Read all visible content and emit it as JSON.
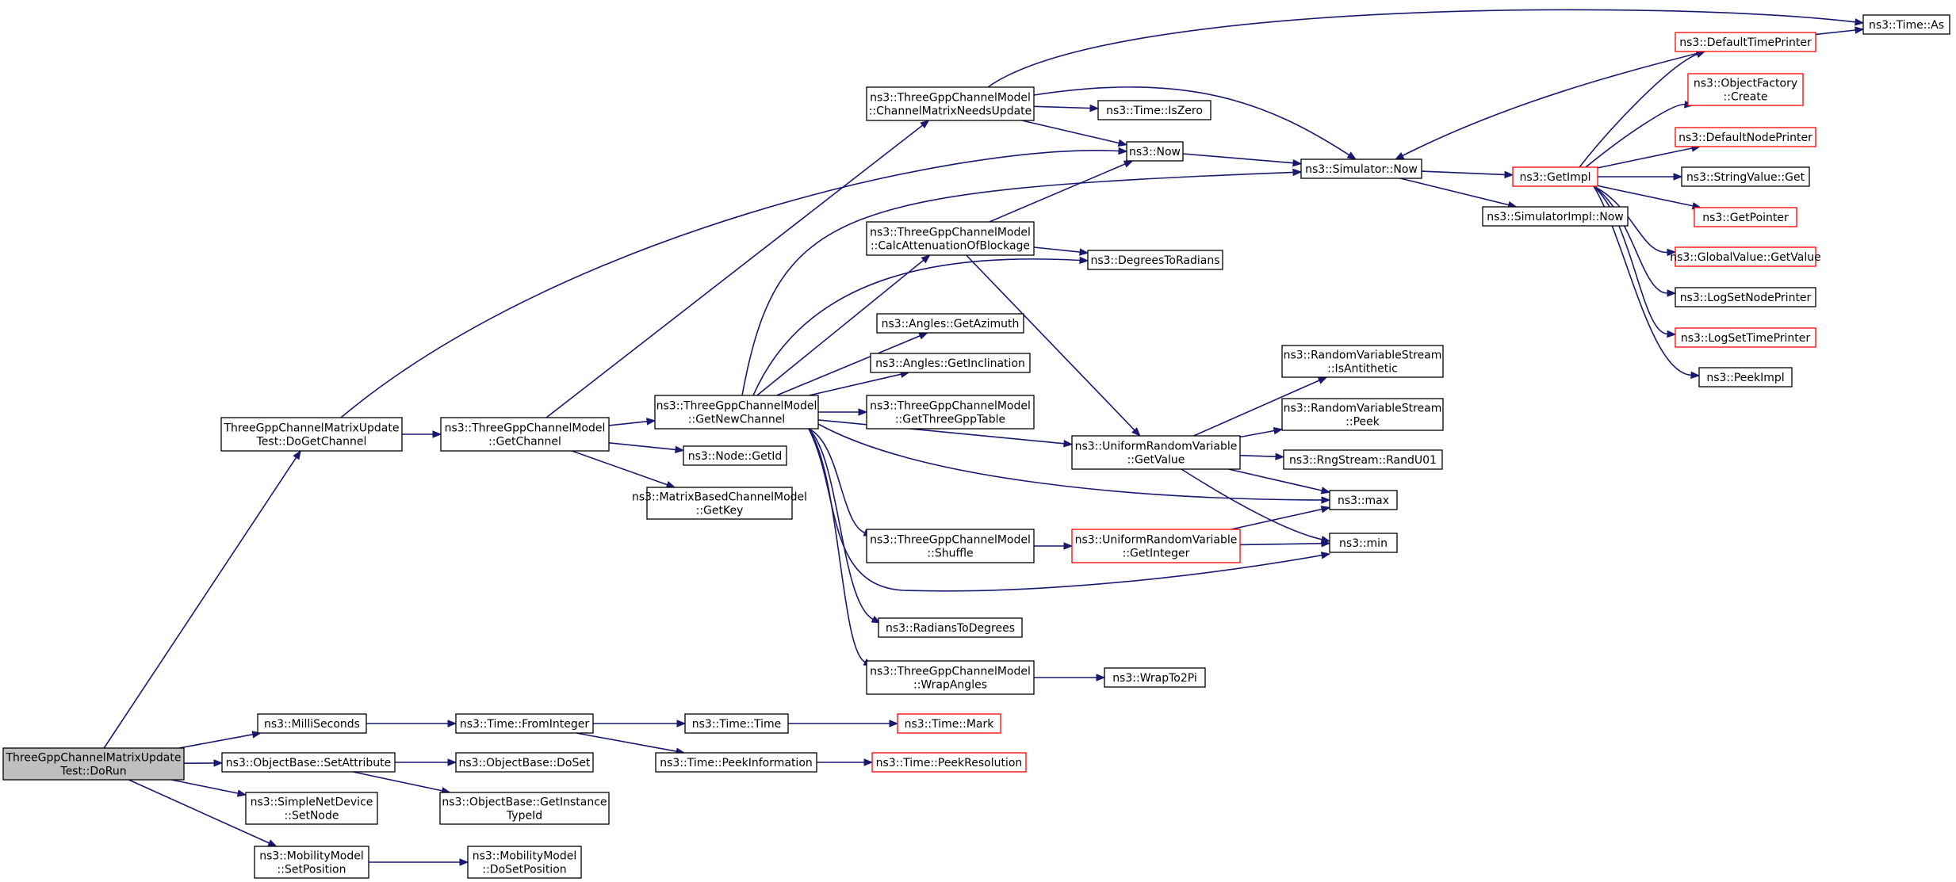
{
  "colors": {
    "edge": "#191970",
    "node_border_default": "#000000",
    "node_border_truncated": "#ff0000",
    "root_fill": "#bfbfbf",
    "node_fill": "#ffffff"
  },
  "nodes": [
    {
      "id": "dorun",
      "label": [
        "ThreeGppChannelMatrixUpdate",
        "Test::DoRun"
      ],
      "style": "root"
    },
    {
      "id": "dogetchannel",
      "label": [
        "ThreeGppChannelMatrixUpdate",
        "Test::DoGetChannel"
      ],
      "style": "normal"
    },
    {
      "id": "millis",
      "label": [
        "ns3::MilliSeconds"
      ],
      "style": "normal"
    },
    {
      "id": "setattr",
      "label": [
        "ns3::ObjectBase::SetAttribute"
      ],
      "style": "normal"
    },
    {
      "id": "setnode",
      "label": [
        "ns3::SimpleNetDevice",
        "::SetNode"
      ],
      "style": "normal"
    },
    {
      "id": "setpos",
      "label": [
        "ns3::MobilityModel",
        "::SetPosition"
      ],
      "style": "normal"
    },
    {
      "id": "getchannel",
      "label": [
        "ns3::ThreeGppChannelModel",
        "::GetChannel"
      ],
      "style": "normal"
    },
    {
      "id": "fromint",
      "label": [
        "ns3::Time::FromInteger"
      ],
      "style": "normal"
    },
    {
      "id": "doset",
      "label": [
        "ns3::ObjectBase::DoSet"
      ],
      "style": "normal"
    },
    {
      "id": "getinst",
      "label": [
        "ns3::ObjectBase::GetInstance",
        "TypeId"
      ],
      "style": "normal"
    },
    {
      "id": "dosetpos",
      "label": [
        "ns3::MobilityModel",
        "::DoSetPosition"
      ],
      "style": "normal"
    },
    {
      "id": "getnewch",
      "label": [
        "ns3::ThreeGppChannelModel",
        "::GetNewChannel"
      ],
      "style": "normal"
    },
    {
      "id": "getid",
      "label": [
        "ns3::Node::GetId"
      ],
      "style": "normal"
    },
    {
      "id": "getkey",
      "label": [
        "ns3::MatrixBasedChannelModel",
        "::GetKey"
      ],
      "style": "normal"
    },
    {
      "id": "chmatrix",
      "label": [
        "ns3::ThreeGppChannelModel",
        "::ChannelMatrixNeedsUpdate"
      ],
      "style": "normal"
    },
    {
      "id": "calcatt",
      "label": [
        "ns3::ThreeGppChannelModel",
        "::CalcAttenuationOfBlockage"
      ],
      "style": "normal"
    },
    {
      "id": "getaz",
      "label": [
        "ns3::Angles::GetAzimuth"
      ],
      "style": "normal"
    },
    {
      "id": "getinc",
      "label": [
        "ns3::Angles::GetInclination"
      ],
      "style": "normal"
    },
    {
      "id": "gettbl",
      "label": [
        "ns3::ThreeGppChannelModel",
        "::GetThreeGppTable"
      ],
      "style": "normal"
    },
    {
      "id": "shuffle",
      "label": [
        "ns3::ThreeGppChannelModel",
        "::Shuffle"
      ],
      "style": "normal"
    },
    {
      "id": "rad2deg",
      "label": [
        "ns3::RadiansToDegrees"
      ],
      "style": "normal"
    },
    {
      "id": "wrapang",
      "label": [
        "ns3::ThreeGppChannelModel",
        "::WrapAngles"
      ],
      "style": "normal"
    },
    {
      "id": "timetime",
      "label": [
        "ns3::Time::Time"
      ],
      "style": "normal"
    },
    {
      "id": "peekinfo",
      "label": [
        "ns3::Time::PeekInformation"
      ],
      "style": "normal"
    },
    {
      "id": "timezero",
      "label": [
        "ns3::Time::IsZero"
      ],
      "style": "normal"
    },
    {
      "id": "now",
      "label": [
        "ns3::Now"
      ],
      "style": "normal"
    },
    {
      "id": "deg2rad",
      "label": [
        "ns3::DegreesToRadians"
      ],
      "style": "normal"
    },
    {
      "id": "urvgetval",
      "label": [
        "ns3::UniformRandomVariable",
        "::GetValue"
      ],
      "style": "normal"
    },
    {
      "id": "urvgetint",
      "label": [
        "ns3::UniformRandomVariable",
        "::GetInteger"
      ],
      "style": "truncated"
    },
    {
      "id": "wrap2pi",
      "label": [
        "ns3::WrapTo2Pi"
      ],
      "style": "normal"
    },
    {
      "id": "timemark",
      "label": [
        "ns3::Time::Mark"
      ],
      "style": "truncated"
    },
    {
      "id": "peekres",
      "label": [
        "ns3::Time::PeekResolution"
      ],
      "style": "truncated"
    },
    {
      "id": "simnow",
      "label": [
        "ns3::Simulator::Now"
      ],
      "style": "normal"
    },
    {
      "id": "isanti",
      "label": [
        "ns3::RandomVariableStream",
        "::IsAntithetic"
      ],
      "style": "normal"
    },
    {
      "id": "rvspeek",
      "label": [
        "ns3::RandomVariableStream",
        "::Peek"
      ],
      "style": "normal"
    },
    {
      "id": "randu01",
      "label": [
        "ns3::RngStream::RandU01"
      ],
      "style": "normal"
    },
    {
      "id": "max",
      "label": [
        "ns3::max"
      ],
      "style": "normal"
    },
    {
      "id": "min",
      "label": [
        "ns3::min"
      ],
      "style": "normal"
    },
    {
      "id": "getimpl",
      "label": [
        "ns3::GetImpl"
      ],
      "style": "truncated"
    },
    {
      "id": "simimplnow",
      "label": [
        "ns3::SimulatorImpl::Now"
      ],
      "style": "normal"
    },
    {
      "id": "deftime",
      "label": [
        "ns3::DefaultTimePrinter"
      ],
      "style": "truncated"
    },
    {
      "id": "objfact",
      "label": [
        "ns3::ObjectFactory",
        "::Create"
      ],
      "style": "truncated"
    },
    {
      "id": "defnode",
      "label": [
        "ns3::DefaultNodePrinter"
      ],
      "style": "truncated"
    },
    {
      "id": "strget",
      "label": [
        "ns3::StringValue::Get"
      ],
      "style": "normal"
    },
    {
      "id": "getptr",
      "label": [
        "ns3::GetPointer"
      ],
      "style": "truncated"
    },
    {
      "id": "gvget",
      "label": [
        "ns3::GlobalValue::GetValue"
      ],
      "style": "truncated"
    },
    {
      "id": "lognode",
      "label": [
        "ns3::LogSetNodePrinter"
      ],
      "style": "normal"
    },
    {
      "id": "logtime",
      "label": [
        "ns3::LogSetTimePrinter"
      ],
      "style": "truncated"
    },
    {
      "id": "peekimpl",
      "label": [
        "ns3::PeekImpl"
      ],
      "style": "normal"
    },
    {
      "id": "timeas",
      "label": [
        "ns3::Time::As"
      ],
      "style": "normal"
    }
  ],
  "edges": [
    [
      "dorun",
      "dogetchannel"
    ],
    [
      "dorun",
      "millis"
    ],
    [
      "dorun",
      "setattr"
    ],
    [
      "dorun",
      "setnode"
    ],
    [
      "dorun",
      "setpos"
    ],
    [
      "dogetchannel",
      "getchannel"
    ],
    [
      "dogetchannel",
      "now"
    ],
    [
      "millis",
      "fromint"
    ],
    [
      "setattr",
      "doset"
    ],
    [
      "setattr",
      "getinst"
    ],
    [
      "setpos",
      "dosetpos"
    ],
    [
      "getchannel",
      "getnewch"
    ],
    [
      "getchannel",
      "getid"
    ],
    [
      "getchannel",
      "getkey"
    ],
    [
      "getchannel",
      "chmatrix"
    ],
    [
      "fromint",
      "timetime"
    ],
    [
      "fromint",
      "peekinfo"
    ],
    [
      "timetime",
      "timemark"
    ],
    [
      "peekinfo",
      "peekres"
    ],
    [
      "chmatrix",
      "timezero"
    ],
    [
      "chmatrix",
      "now"
    ],
    [
      "chmatrix",
      "simnow"
    ],
    [
      "chmatrix",
      "timeas"
    ],
    [
      "getnewch",
      "calcatt"
    ],
    [
      "getnewch",
      "getaz"
    ],
    [
      "getnewch",
      "getinc"
    ],
    [
      "getnewch",
      "gettbl"
    ],
    [
      "getnewch",
      "shuffle"
    ],
    [
      "getnewch",
      "rad2deg"
    ],
    [
      "getnewch",
      "wrapang"
    ],
    [
      "getnewch",
      "urvgetval"
    ],
    [
      "getnewch",
      "deg2rad"
    ],
    [
      "getnewch",
      "simnow"
    ],
    [
      "getnewch",
      "max"
    ],
    [
      "getnewch",
      "min"
    ],
    [
      "calcatt",
      "now"
    ],
    [
      "calcatt",
      "deg2rad"
    ],
    [
      "calcatt",
      "urvgetval"
    ],
    [
      "shuffle",
      "urvgetint"
    ],
    [
      "urvgetint",
      "max"
    ],
    [
      "urvgetint",
      "min"
    ],
    [
      "wrapang",
      "wrap2pi"
    ],
    [
      "now",
      "simnow"
    ],
    [
      "urvgetval",
      "isanti"
    ],
    [
      "urvgetval",
      "rvspeek"
    ],
    [
      "urvgetval",
      "randu01"
    ],
    [
      "urvgetval",
      "max"
    ],
    [
      "urvgetval",
      "min"
    ],
    [
      "simnow",
      "getimpl"
    ],
    [
      "simnow",
      "simimplnow"
    ],
    [
      "getimpl",
      "deftime"
    ],
    [
      "getimpl",
      "objfact"
    ],
    [
      "getimpl",
      "defnode"
    ],
    [
      "getimpl",
      "strget"
    ],
    [
      "getimpl",
      "getptr"
    ],
    [
      "getimpl",
      "gvget"
    ],
    [
      "getimpl",
      "lognode"
    ],
    [
      "getimpl",
      "logtime"
    ],
    [
      "getimpl",
      "peekimpl"
    ],
    [
      "deftime",
      "simnow"
    ],
    [
      "deftime",
      "timeas"
    ]
  ]
}
